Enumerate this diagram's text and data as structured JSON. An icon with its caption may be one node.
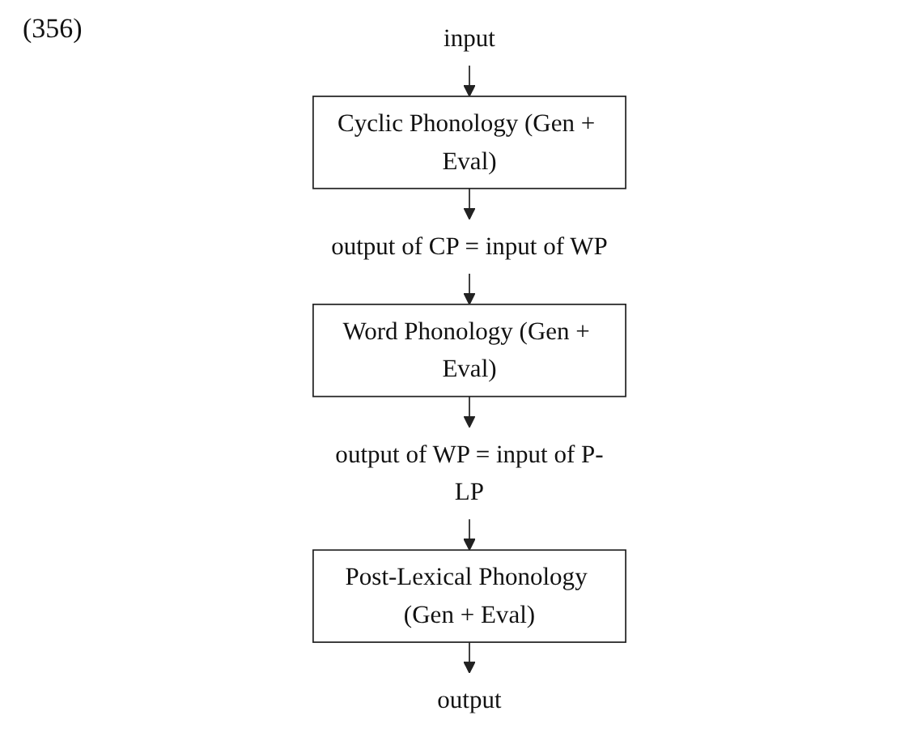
{
  "diagram": {
    "nodes": [
      {
        "text": [
          "input"
        ]
      },
      {
        "text": [
          "Cyclic Phonology (Gen + Eval)"
        ]
      },
      {
        "text": [
          "output of CP = input of WP"
        ]
      },
      {
        "text": [
          "Word Phonology (Gen + Eval)"
        ]
      },
      {
        "text": [
          "output of WP = input of P-LP"
        ]
      },
      {
        "text": [
          "Post-Lexical Phonology (Gen + Eval)"
        ]
      },
      {
        "text": [
          "output"
        ]
      }
    ],
    "edges": [
      {
        "from": 0,
        "to": 1,
        "arrow": "to"
      },
      {
        "from": 1,
        "to": 2,
        "arrow": "to"
      },
      {
        "from": 2,
        "to": 3,
        "arrow": "to"
      },
      {
        "from": 3,
        "to": 4,
        "arrow": "to"
      },
      {
        "from": 4,
        "to": 5,
        "arrow": "to"
      },
      {
        "from": 5,
        "to": 6,
        "arrow": "to"
      }
    ],
    "labels": [
      "(356)"
    ]
  }
}
